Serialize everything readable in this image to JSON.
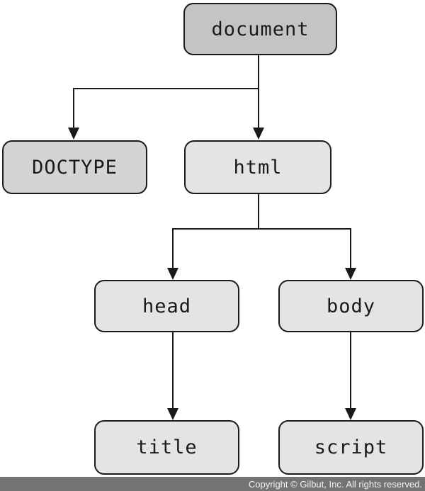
{
  "diagram": {
    "title_semantic": "DOM tree of an HTML document",
    "nodes": {
      "document": {
        "label": "document"
      },
      "doctype": {
        "label": "DOCTYPE"
      },
      "html": {
        "label": "html"
      },
      "head": {
        "label": "head"
      },
      "body": {
        "label": "body"
      },
      "title": {
        "label": "title"
      },
      "script": {
        "label": "script"
      }
    },
    "edges": [
      {
        "from": "document",
        "to": "DOCTYPE"
      },
      {
        "from": "document",
        "to": "html"
      },
      {
        "from": "html",
        "to": "head"
      },
      {
        "from": "html",
        "to": "body"
      },
      {
        "from": "head",
        "to": "title"
      },
      {
        "from": "body",
        "to": "script"
      }
    ],
    "colors": {
      "document_fill": "#c4c4c4",
      "doctype_fill": "#d4d4d4",
      "node_fill": "#e4e4e4",
      "line": "#1a1a1a",
      "footer_bg": "#737373"
    }
  },
  "footer": {
    "copyright": "Copyright © Gilbut, Inc. All rights reserved."
  }
}
